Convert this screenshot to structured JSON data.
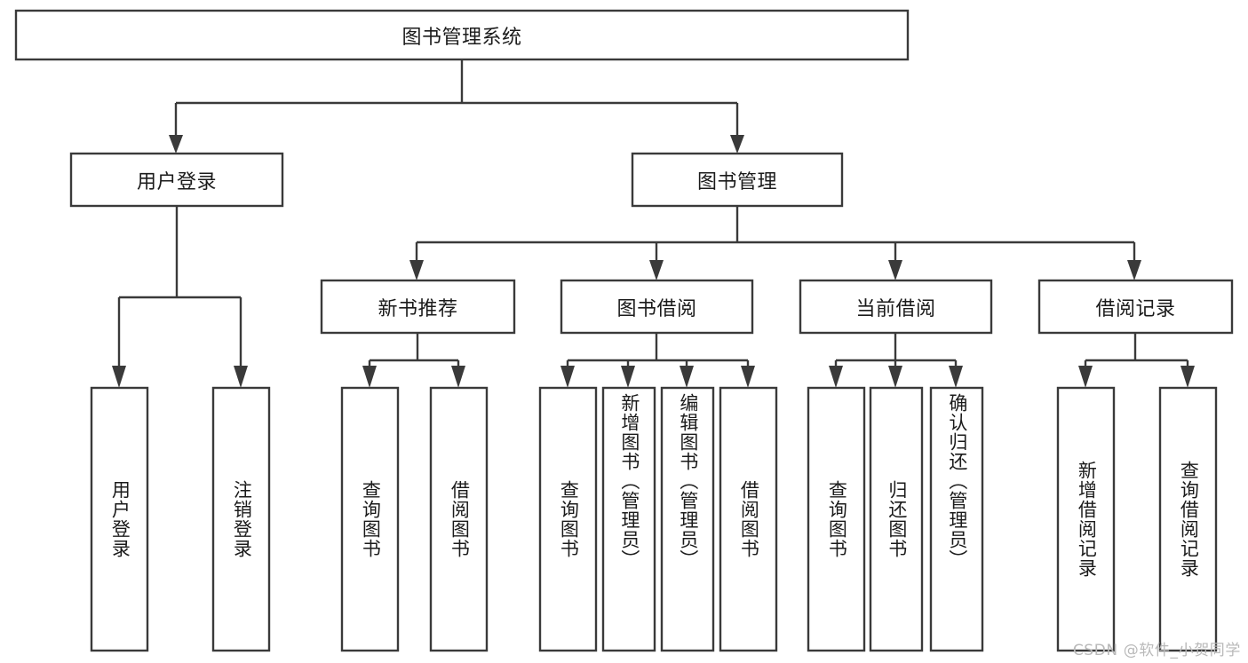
{
  "diagram": {
    "type": "hierarchy-tree",
    "title": "图书管理系统",
    "colors": {
      "box_stroke": "#3a3a3a",
      "box_fill": "#ffffff",
      "text": "#1b1b1b",
      "background": "#ffffff",
      "watermark": "#b9b9b9"
    },
    "levels": {
      "root": {
        "label": "图书管理系统"
      },
      "level2": [
        {
          "label": "用户登录"
        },
        {
          "label": "图书管理"
        }
      ],
      "level3": [
        {
          "label": "新书推荐"
        },
        {
          "label": "图书借阅"
        },
        {
          "label": "当前借阅"
        },
        {
          "label": "借阅记录"
        }
      ],
      "leaves": [
        {
          "label": "用户登录",
          "parent": "用户登录"
        },
        {
          "label": "注销登录",
          "parent": "用户登录"
        },
        {
          "label": "查询图书",
          "parent": "新书推荐"
        },
        {
          "label": "借阅图书",
          "parent": "新书推荐"
        },
        {
          "label": "查询图书",
          "parent": "图书借阅"
        },
        {
          "label": "新增图书（管理员）",
          "parent": "图书借阅"
        },
        {
          "label": "编辑图书（管理员）",
          "parent": "图书借阅"
        },
        {
          "label": "借阅图书",
          "parent": "图书借阅"
        },
        {
          "label": "查询图书",
          "parent": "当前借阅"
        },
        {
          "label": "归还图书",
          "parent": "当前借阅"
        },
        {
          "label": "确认归还（管理员）",
          "parent": "当前借阅"
        },
        {
          "label": "新增借阅记录",
          "parent": "借阅记录"
        },
        {
          "label": "查询借阅记录",
          "parent": "借阅记录"
        }
      ]
    },
    "watermark": "CSDN @软件_小贺同学"
  }
}
